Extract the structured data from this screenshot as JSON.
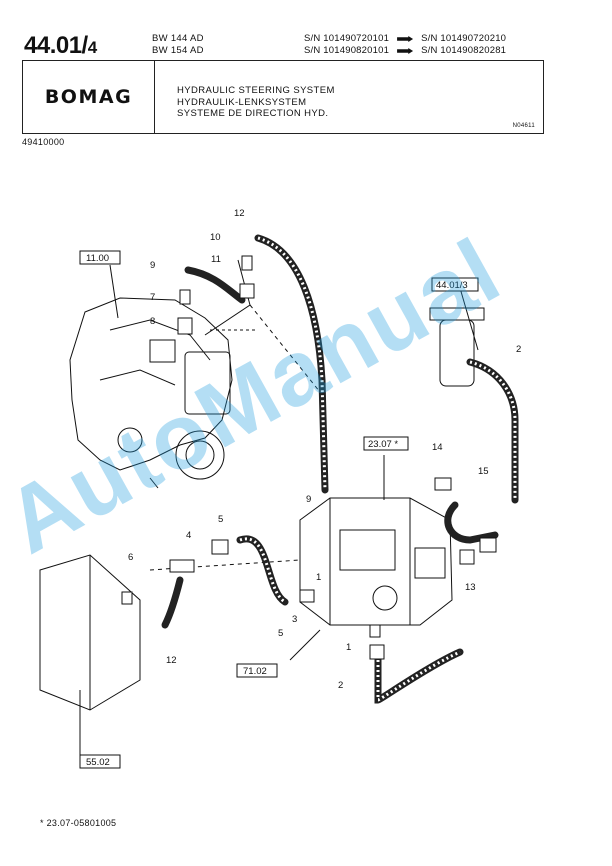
{
  "header": {
    "page_code": "44.01/",
    "page_code_sub": "4",
    "models": [
      "BW 144 AD",
      "BW 154 AD"
    ],
    "serial_rows": [
      {
        "from": "S/N 101490720101",
        "to": "S/N 101490720210"
      },
      {
        "from": "S/N 101490820101",
        "to": "S/N 101490820281"
      }
    ],
    "brand": "BOMAG",
    "titles": [
      "HYDRAULIC STEERING SYSTEM",
      "HYDRAULIK-LENKSYSTEM",
      "SYSTEME DE DIRECTION HYD."
    ],
    "doc_ref": "N04611",
    "part_number": "49410000"
  },
  "diagram": {
    "callouts": [
      "1",
      "1",
      "2",
      "2",
      "3",
      "4",
      "5",
      "5",
      "6",
      "7",
      "8",
      "9",
      "9",
      "10",
      "11",
      "12",
      "12",
      "13",
      "14",
      "15"
    ],
    "reference_boxes": [
      "11.00",
      "44.01/3",
      "23.07 *",
      "71.02",
      "55.02"
    ]
  },
  "footnote": "* 23.07-05801005",
  "watermark": "AutoManual"
}
